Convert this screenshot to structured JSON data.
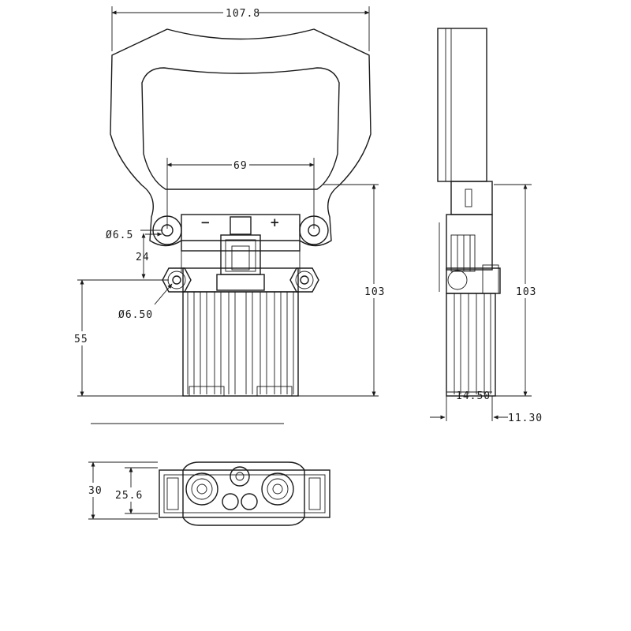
{
  "front_view": {
    "overall_width": "107.8",
    "pin_spacing": "69",
    "handle_hole_dia": "Ø6.5",
    "hole_offset": "24",
    "mount_hole_dia": "Ø6.50",
    "mount_height": "55",
    "total_height": "103",
    "minus_symbol": "−",
    "plus_symbol": "+"
  },
  "side_view": {
    "total_height": "103",
    "depth_a": "14.50",
    "depth_b": "11.30"
  },
  "bottom_view": {
    "width": "30",
    "inner_width": "25.6"
  }
}
